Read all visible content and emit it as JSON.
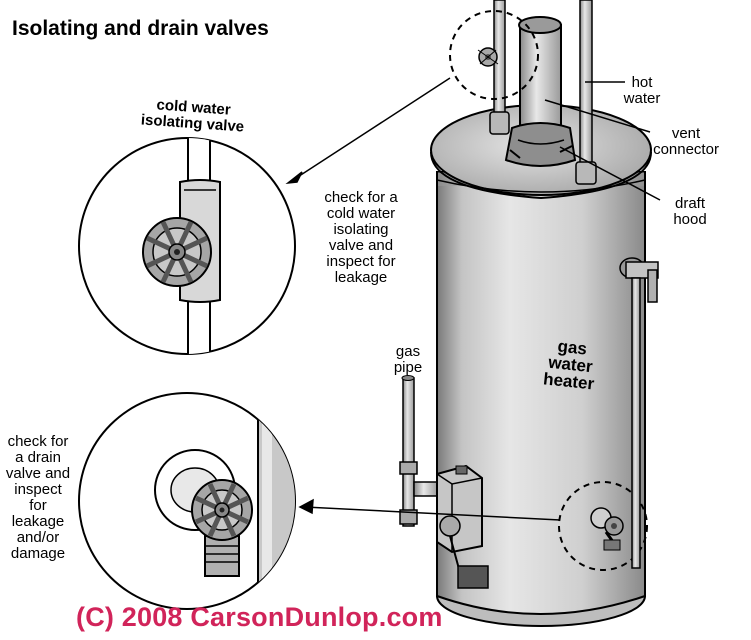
{
  "title": "Isolating and drain valves",
  "labels": {
    "hot_water": "hot\nwater",
    "vent_connector": "vent\nconnector",
    "draft_hood": "draft\nhood",
    "cold_water_valve": "cold water\nisolating valve",
    "check_cold": "check for a\ncold water\nisolating\nvalve and\ninspect for\nleakage",
    "gas_pipe": "gas\npipe",
    "gas_water_heater": "gas\nwater\nheater",
    "check_drain": "check for\na drain\nvalve and\ninspect\nfor\nleakage\nand/or\ndamage"
  },
  "copyright": "(C) 2008 CarsonDunlop.com",
  "colors": {
    "copyright": "#d1245a",
    "outline": "#000000",
    "metal_light": "#d9d9d9",
    "metal_mid": "#b0b0b0",
    "metal_dark": "#808080"
  }
}
